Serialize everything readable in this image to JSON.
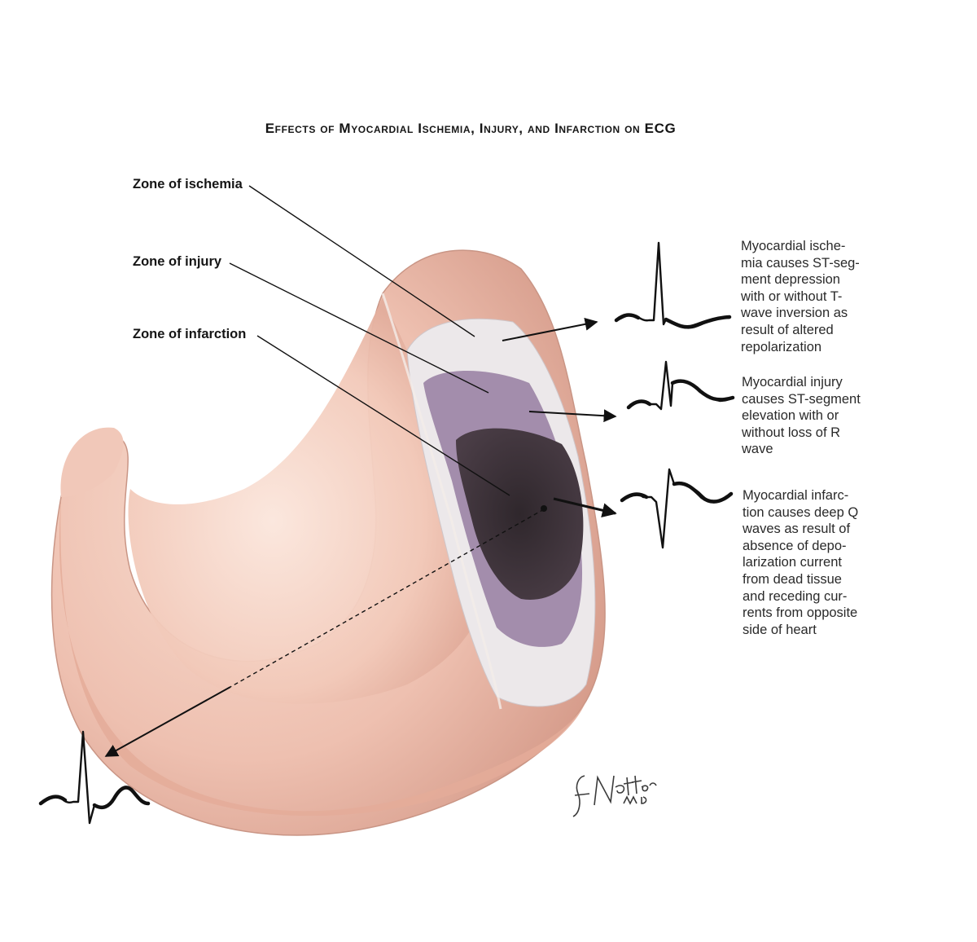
{
  "title": "Effects of Myocardial Ischemia, Injury, and Infarction on ECG",
  "zones": {
    "ischemia": "Zone of ischemia",
    "injury": "Zone of injury",
    "infarction": "Zone of infarction"
  },
  "descriptions": {
    "ischemia": "Myocardial ische-\nmia causes ST-seg-\nment depression\nwith or without T-\nwave inversion as\nresult of altered\nrepolarization",
    "injury": "Myocardial injury\ncauses ST-segment\nelevation with or\nwithout loss of R\nwave",
    "infarction": "Myocardial infarc-\ntion causes deep Q\nwaves as result of\nabsence of depo-\nlarization current\nfrom dead tissue\nand receding cur-\nrents from opposite\nside of heart"
  },
  "signature": "F. Netter M.D.",
  "colors": {
    "tissue": "#f0c4b6",
    "tissue_shadow": "#d9a292",
    "ischemia_zone": "#ece8ea",
    "injury_zone": "#9c84a6",
    "infarction_zone": "#3a3036",
    "ink": "#111111"
  }
}
